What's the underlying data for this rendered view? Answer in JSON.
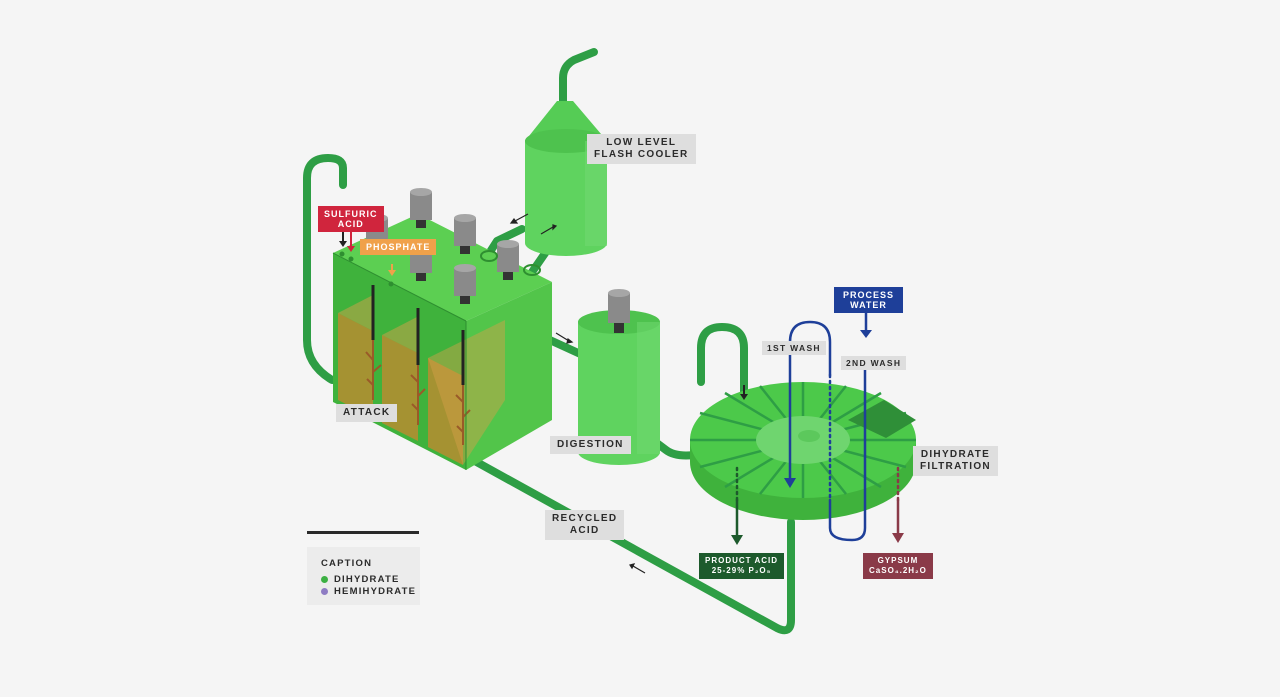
{
  "labels": {
    "flash_cooler": [
      "LOW LEVEL",
      "FLASH COOLER"
    ],
    "attack": "ATTACK",
    "digestion": "DIGESTION",
    "recycled_acid": [
      "RECYCLED",
      "ACID"
    ],
    "dihydrate_filtration": [
      "DIHYDRATE",
      "FILTRATION"
    ],
    "first_wash": "1ST WASH",
    "second_wash": "2ND WASH"
  },
  "inputs": {
    "sulfuric_acid": [
      "SULFURIC",
      "ACID"
    ],
    "phosphate": "PHOSPHATE",
    "process_water": [
      "PROCESS",
      "WATER"
    ]
  },
  "outputs": {
    "product_acid": [
      "PRODUCT ACID",
      "25-29% P₂O₅"
    ],
    "gypsum": [
      "GYPSUM",
      "CaSO₄.2H₂O"
    ]
  },
  "caption": {
    "title": "CAPTION",
    "items": [
      {
        "label": "DIHYDRATE",
        "color": "#3cb043"
      },
      {
        "label": "HEMIHYDRATE",
        "color": "#8e7cc3"
      }
    ]
  },
  "colors": {
    "pipe": "#2e9e45",
    "equipment": "#4cc94a",
    "sulfuric_acid": "#d0253d",
    "phosphate": "#f0a14a",
    "process_water": "#1e3f99",
    "product_acid": "#1d5a2c",
    "gypsum": "#8a3a48",
    "motor": "#8a8a8a"
  }
}
